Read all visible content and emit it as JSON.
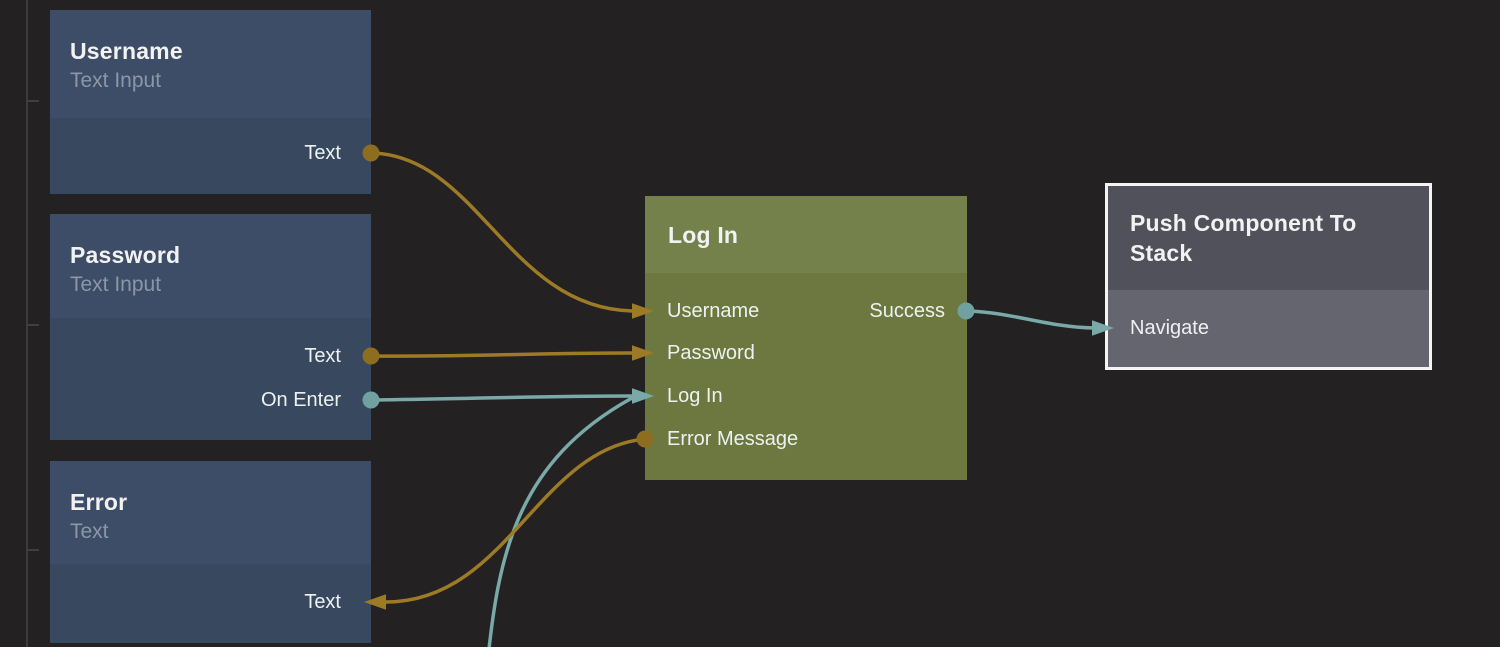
{
  "canvas": {
    "background": "#232121",
    "guide_color": "#3b3b3b",
    "connection_colors": {
      "string": "#9d7a26",
      "string_dot": "#8d6d1f",
      "signal": "#79a9a8",
      "signal_dot": "#6fa1a1"
    },
    "node_colors": {
      "visual_header": "#3d4d68",
      "visual_body": "#38485f",
      "logic_header": "#75814a",
      "logic_body": "#6c7840",
      "navigation_header": "#51515b",
      "navigation_body": "#65656f",
      "selection_border": "#f4f4f4"
    }
  },
  "nodes": {
    "username": {
      "title": "Username",
      "subtitle": "Text Input",
      "ports": {
        "text_out": "Text"
      }
    },
    "password": {
      "title": "Password",
      "subtitle": "Text Input",
      "ports": {
        "text_out": "Text",
        "on_enter_out": "On Enter"
      }
    },
    "error": {
      "title": "Error",
      "subtitle": "Text",
      "ports": {
        "text_in": "Text"
      }
    },
    "login": {
      "title": "Log In",
      "ports": {
        "username_in": "Username",
        "password_in": "Password",
        "login_in": "Log In",
        "error_message_out": "Error Message",
        "success_out": "Success"
      }
    },
    "push_component": {
      "title": "Push Component To Stack",
      "selected": true,
      "ports": {
        "navigate_in": "Navigate"
      }
    }
  },
  "connections": [
    {
      "from": "Username.Text",
      "to": "Log In.Username",
      "type": "string"
    },
    {
      "from": "Password.Text",
      "to": "Log In.Password",
      "type": "string"
    },
    {
      "from": "Password.On Enter",
      "to": "Log In.Log In",
      "type": "signal"
    },
    {
      "from": "offscreen-bottom",
      "to": "Log In.Log In",
      "type": "signal"
    },
    {
      "from": "Log In.Error Message",
      "to": "Error.Text",
      "type": "string"
    },
    {
      "from": "Log In.Success",
      "to": "Push Component To Stack.Navigate",
      "type": "signal"
    }
  ]
}
